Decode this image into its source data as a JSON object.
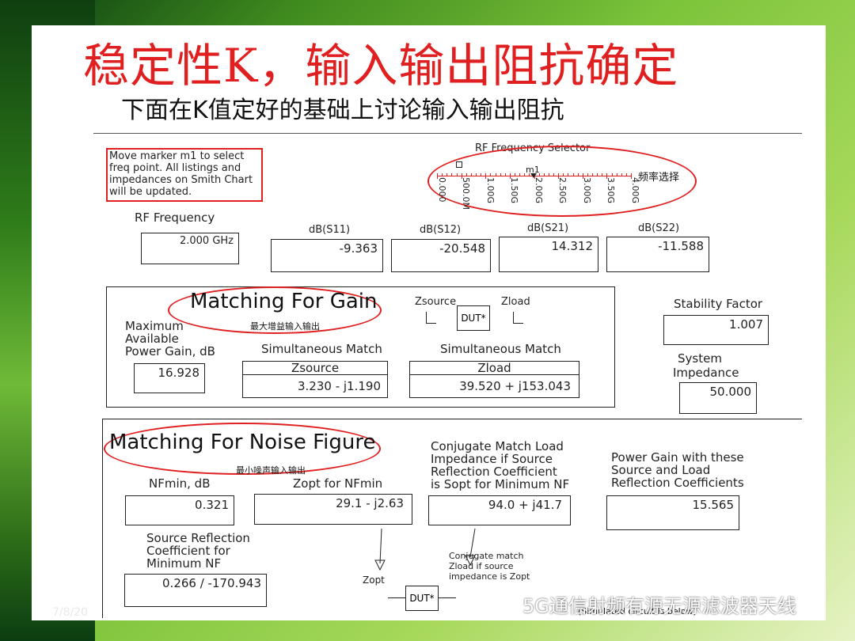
{
  "slide": {
    "title": "稳定性K，输入输出阻抗确定",
    "subtitle": "下面在K值定好的基础上讨论输入输出阻抗",
    "footer_date": "7/8/20"
  },
  "note": "Move marker m1 to select freq point. All listings and impedances on Smith Chart will be updated.",
  "selector": {
    "title": "RF Frequency Selector",
    "marker": "m1",
    "cn_label": "频率选择",
    "ticks": [
      "0.000",
      "500.0M",
      "1.00G",
      "1.50G",
      "2.00G",
      "2.50G",
      "3.00G",
      "3.50G",
      "4.00G"
    ]
  },
  "rf": {
    "label": "RF Frequency",
    "value": "2.000 GHz"
  },
  "sparams": [
    {
      "label": "dB(S11)",
      "value": "-9.363"
    },
    {
      "label": "dB(S12)",
      "value": "-20.548"
    },
    {
      "label": "dB(S21)",
      "value": "14.312"
    },
    {
      "label": "dB(S22)",
      "value": "-11.588"
    }
  ],
  "gain": {
    "heading": "Matching For Gain",
    "cn": "最大增益输入输出",
    "max_label_1": "Maximum",
    "max_label_2": "Available",
    "max_label_3": "Power Gain, dB",
    "max_value": "16.928",
    "sim_label_1": "Simultaneous Match",
    "sim_label_2": "Simultaneous Match",
    "zsource_hdr": "Zsource",
    "zsource_val": "3.230 - j1.190",
    "zload_hdr": "Zload",
    "zload_val": "39.520 + j153.043",
    "diag_zsource": "Zsource",
    "diag_zload": "Zload",
    "dut": "DUT*"
  },
  "stability": {
    "label": "Stability Factor",
    "value": "1.007"
  },
  "impedance": {
    "label_1": "System",
    "label_2": "Impedance",
    "value": "50.000"
  },
  "noise": {
    "heading": "Matching For Noise Figure",
    "cn": "最小噪声输入输出",
    "nfmin_label": "NFmin, dB",
    "nfmin_value": "0.321",
    "zopt_label": "Zopt for NFmin",
    "zopt_value": "29.1  - j2.63",
    "conj_1": "Conjugate Match Load",
    "conj_2": "Impedance if Source",
    "conj_3": "Reflection Coefficient",
    "conj_4": "is Sopt for Minimum NF",
    "conj_value": "94.0  + j41.7",
    "pg_1": "Power Gain with these",
    "pg_2": "Source and Load",
    "pg_3": "Reflection Coefficients",
    "pg_value": "15.565",
    "src_1": "Source Reflection",
    "src_2": "Coefficient for",
    "src_3": "Minimum NF",
    "src_value": "0.266 / -170.943",
    "zopt_diag": "Zopt",
    "dut": "DUT*",
    "cm_1": "Conjugate match",
    "cm_2": "Zload if source",
    "cm_3": "impedance is Zopt",
    "cm_4": "(Simulated circuit is below)"
  },
  "watermark": "5G通信射频有源无源滤波器天线"
}
